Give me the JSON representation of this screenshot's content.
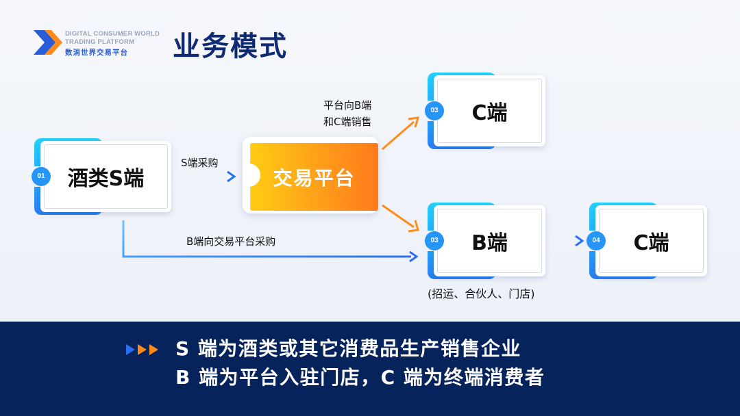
{
  "header": {
    "brand_en_line1": "DIGITAL CONSUMER WORLD",
    "brand_en_line2": "TRADING PLATFORM",
    "brand_cn": "数消世界交易平台",
    "title": "业务模式"
  },
  "diagram": {
    "nodes": {
      "s": {
        "number": "01",
        "label": "酒类S端"
      },
      "platform": {
        "label": "交易平台"
      },
      "c_top": {
        "number": "03",
        "label": "C端"
      },
      "b": {
        "number": "03",
        "label": "B端",
        "note": "(招运、合伙人、门店)"
      },
      "c_right": {
        "number": "04",
        "label": "C端"
      }
    },
    "edges": {
      "s_to_platform": "S端采购",
      "platform_to_bc_line1": "平台向B端",
      "platform_to_bc_line2": "和C端销售",
      "b_to_platform": "B端向交易平台采购"
    }
  },
  "footer": {
    "line1": "S 端为酒类或其它消费品生产销售企业",
    "line2": "B 端为平台入驻门店，C 端为终端消费者"
  },
  "colors": {
    "navy": "#06235c",
    "title": "#0d2a73",
    "blue_gradient_start": "#23d2fb",
    "blue_gradient_end": "#2a7ef4",
    "orange_start": "#ffcc14",
    "orange_end": "#ff7a1c",
    "arrow_blue": "#2a6ff0",
    "arrow_orange": "#ff8c1a"
  }
}
